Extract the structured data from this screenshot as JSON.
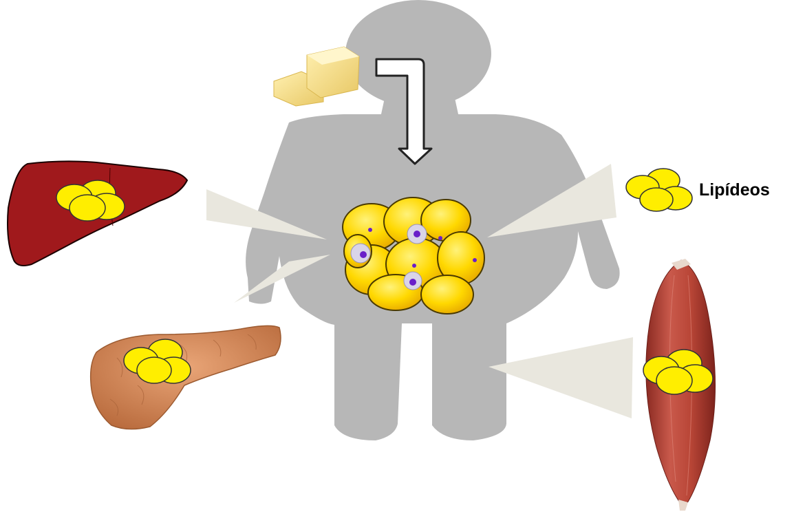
{
  "legend": {
    "label": "Lipídeos",
    "icon": "lipid-droplet-cluster-icon"
  },
  "colors": {
    "body_silhouette": "#b7b7b7",
    "lipid": "#ffee00",
    "liver": "#a0191c",
    "pancreas": "#d58a55",
    "muscle": "#b8463b",
    "butter": "#f4dc82",
    "pointer_wedge": "#e9e7de",
    "adipocyte_nucleus": "#6a1fc9"
  },
  "organs": [
    "liver",
    "pancreas",
    "skeletal-muscle",
    "adipose-tissue"
  ]
}
